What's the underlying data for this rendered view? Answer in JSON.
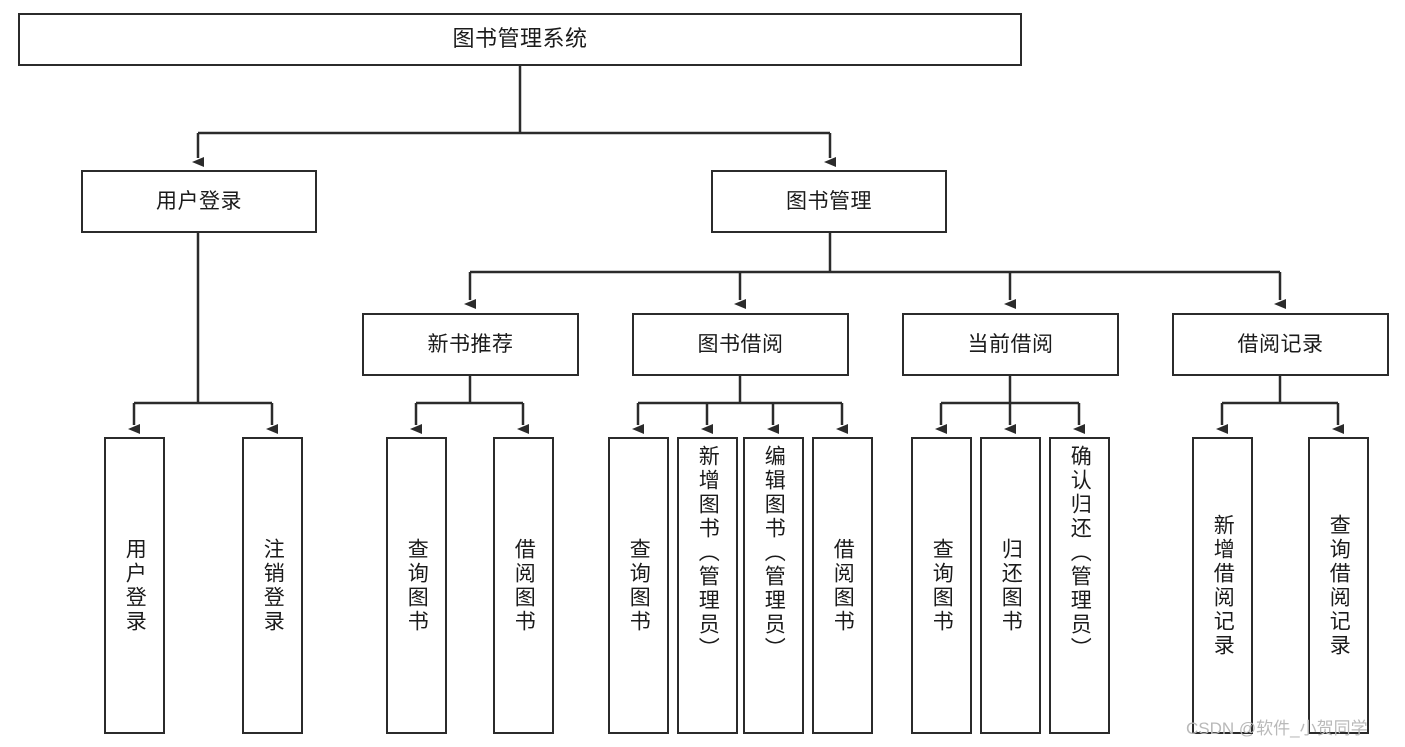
{
  "diagram": {
    "type": "tree",
    "title": "图书管理系统",
    "watermark": "CSDN @软件_小贺同学",
    "colors": {
      "stroke": "#2b2b2b",
      "fill": "#ffffff",
      "text": "#1b1b1b",
      "watermark": "#b9b9b9"
    },
    "levels": [
      {
        "level": 0,
        "nodes": [
          {
            "id": "root",
            "label": "图书管理系统",
            "orientation": "horizontal"
          }
        ]
      },
      {
        "level": 1,
        "nodes": [
          {
            "id": "login",
            "label": "用户登录",
            "orientation": "horizontal",
            "parent": "root"
          },
          {
            "id": "bookmgmt",
            "label": "图书管理",
            "orientation": "horizontal",
            "parent": "root"
          }
        ]
      },
      {
        "level": 2,
        "nodes": [
          {
            "id": "newbook",
            "label": "新书推荐",
            "orientation": "horizontal",
            "parent": "bookmgmt"
          },
          {
            "id": "borrow",
            "label": "图书借阅",
            "orientation": "horizontal",
            "parent": "bookmgmt"
          },
          {
            "id": "current",
            "label": "当前借阅",
            "orientation": "horizontal",
            "parent": "bookmgmt"
          },
          {
            "id": "records",
            "label": "借阅记录",
            "orientation": "horizontal",
            "parent": "bookmgmt"
          }
        ]
      },
      {
        "level": 3,
        "nodes": [
          {
            "id": "leaf1",
            "label": "用户登录",
            "orientation": "vertical",
            "parent": "login"
          },
          {
            "id": "leaf2",
            "label": "注销登录",
            "orientation": "vertical",
            "parent": "login"
          },
          {
            "id": "leaf3",
            "label": "查询图书",
            "orientation": "vertical",
            "parent": "newbook"
          },
          {
            "id": "leaf4",
            "label": "借阅图书",
            "orientation": "vertical",
            "parent": "newbook"
          },
          {
            "id": "leaf5",
            "label": "查询图书",
            "orientation": "vertical",
            "parent": "borrow"
          },
          {
            "id": "leaf6",
            "label": "新增图书（管理员）",
            "orientation": "vertical",
            "parent": "borrow"
          },
          {
            "id": "leaf7",
            "label": "编辑图书（管理员）",
            "orientation": "vertical",
            "parent": "borrow"
          },
          {
            "id": "leaf8",
            "label": "借阅图书",
            "orientation": "vertical",
            "parent": "borrow"
          },
          {
            "id": "leaf9",
            "label": "查询图书",
            "orientation": "vertical",
            "parent": "current"
          },
          {
            "id": "leaf10",
            "label": "归还图书",
            "orientation": "vertical",
            "parent": "current"
          },
          {
            "id": "leaf11",
            "label": "确认归还（管理员）",
            "orientation": "vertical",
            "parent": "current"
          },
          {
            "id": "leaf12",
            "label": "新增借阅记录",
            "orientation": "vertical",
            "parent": "records"
          },
          {
            "id": "leaf13",
            "label": "查询借阅记录",
            "orientation": "vertical",
            "parent": "records"
          }
        ]
      }
    ]
  }
}
